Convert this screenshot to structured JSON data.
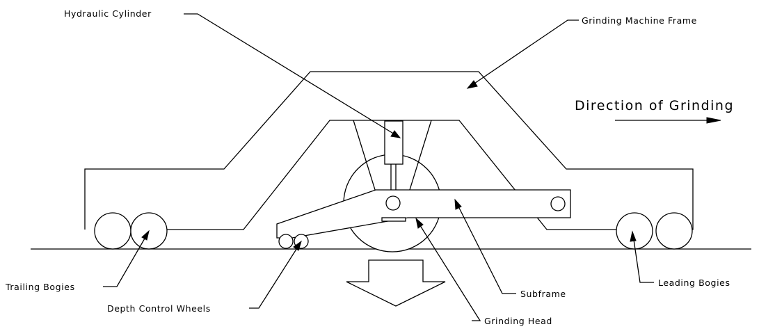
{
  "labels": {
    "hydraulic_cylinder": "Hydraulic Cylinder",
    "grinding_machine_frame": "Grinding Machine Frame",
    "direction_of_grinding": "Direction of Grinding",
    "trailing_bogies": "Trailing Bogies",
    "depth_control_wheels": "Depth Control Wheels",
    "subframe": "Subframe",
    "leading_bogies": "Leading Bogies",
    "grinding_head": "Grinding Head"
  }
}
